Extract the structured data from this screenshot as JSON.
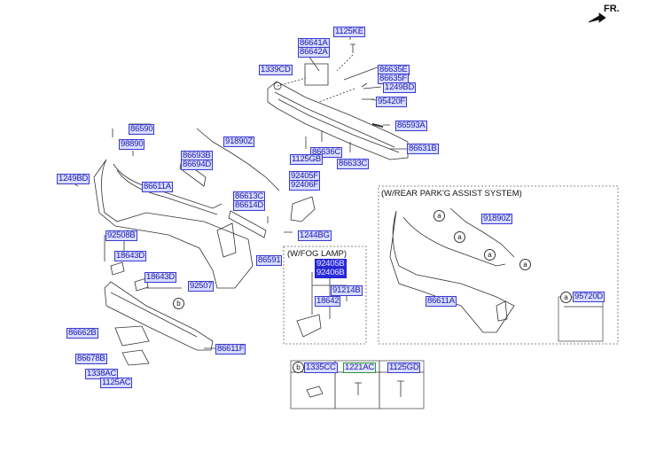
{
  "orientation": {
    "label": "FR."
  },
  "labels": {
    "p1125KE": "1125KE",
    "p86641A": "86641A",
    "p86642A": "86642A",
    "p1339CD": "1339CD",
    "p86635E": "86635E",
    "p86635F": "86635F",
    "p1249BD_top": "1249BD",
    "p95420F": "95420F",
    "p86593A": "86593A",
    "p86631B": "86631B",
    "p86636C": "86636C",
    "p1125GB": "1125GB",
    "p86633C": "86633C",
    "p86590": "86590",
    "p98890": "98890",
    "p91890Z": "91890Z",
    "p86693B": "86693B",
    "p86694D": "86694D",
    "p1249BD_left": "1249BD",
    "p86611A": "86611A",
    "p92405F": "92405F",
    "p92406F": "92406F",
    "p86613C": "86613C",
    "p86614D": "86614D",
    "p1244BG": "1244BG",
    "p86591": "86591",
    "p92508B": "92508B",
    "p18643D_a": "18643D",
    "p18643D_b": "18643D",
    "p92507": "92507",
    "p86662B": "86662B",
    "p86611F": "86611F",
    "p86678B": "86678B",
    "p1338AC": "1338AC",
    "p1125AC": "1125AC"
  },
  "fog_lamp_box": {
    "title": "(W/FOG LAMP)",
    "labels": [
      "92405B",
      "92406B"
    ],
    "p91214B": "91214B",
    "p18642": "18642"
  },
  "park_assist_box": {
    "title": "(W/REAR PARK'G ASSIST SYSTEM)",
    "p91890Z": "91890Z",
    "p86611A": "86611A",
    "callout": "a",
    "callout_part": "95720D"
  },
  "fastener_table": {
    "callout": "b",
    "columns": [
      "1335CC",
      "1221AC",
      "1125GD"
    ]
  },
  "callouts": {
    "a": "a",
    "b": "b"
  },
  "colors": {
    "label_bg": "#d8dcff",
    "label_border": "#3a3ad0",
    "label_text": "#1a1aa8",
    "selected_bg": "#2a2ae0"
  }
}
